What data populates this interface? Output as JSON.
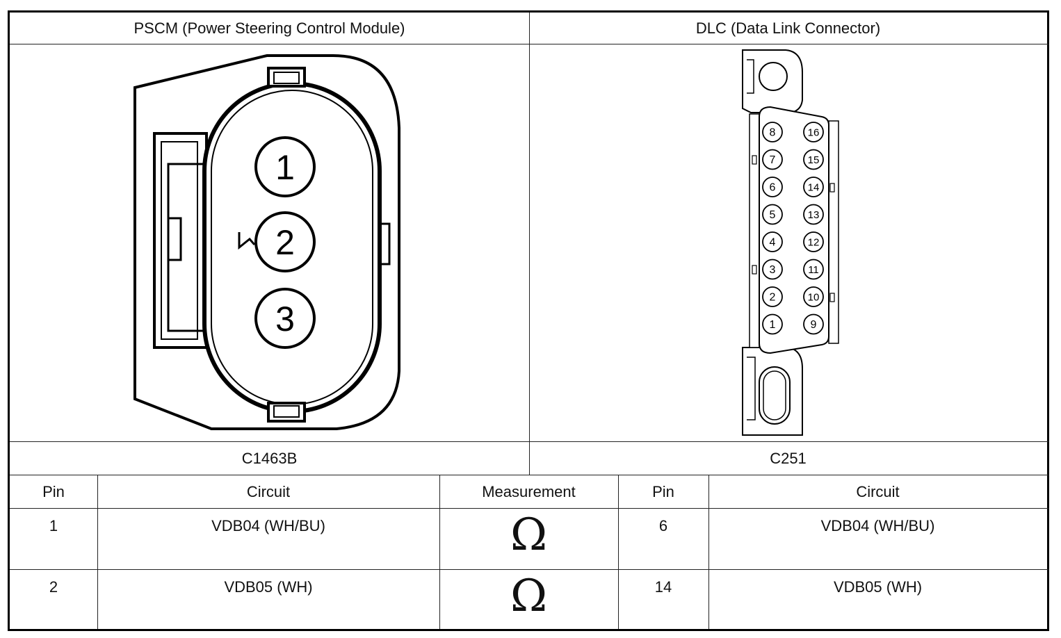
{
  "header": {
    "left_title": "PSCM (Power Steering Control Module)",
    "right_title": "DLC (Data Link Connector)"
  },
  "pscm_connector": {
    "name": "C1463B",
    "pins": [
      "1",
      "2",
      "3"
    ]
  },
  "dlc_connector": {
    "name": "C251",
    "left_column_pins": [
      "8",
      "7",
      "6",
      "5",
      "4",
      "3",
      "2",
      "1"
    ],
    "right_column_pins": [
      "16",
      "15",
      "14",
      "13",
      "12",
      "11",
      "10",
      "9"
    ]
  },
  "table": {
    "headers": {
      "pin_a": "Pin",
      "circuit_a": "Circuit",
      "measurement": "Measurement",
      "pin_b": "Pin",
      "circuit_b": "Circuit"
    },
    "rows": [
      {
        "pin_a": "1",
        "circuit_a": "VDB04 (WH/BU)",
        "measurement": "Ω",
        "pin_b": "6",
        "circuit_b": "VDB04 (WH/BU)"
      },
      {
        "pin_a": "2",
        "circuit_a": "VDB05 (WH)",
        "measurement": "Ω",
        "pin_b": "14",
        "circuit_b": "VDB05 (WH)"
      }
    ]
  }
}
